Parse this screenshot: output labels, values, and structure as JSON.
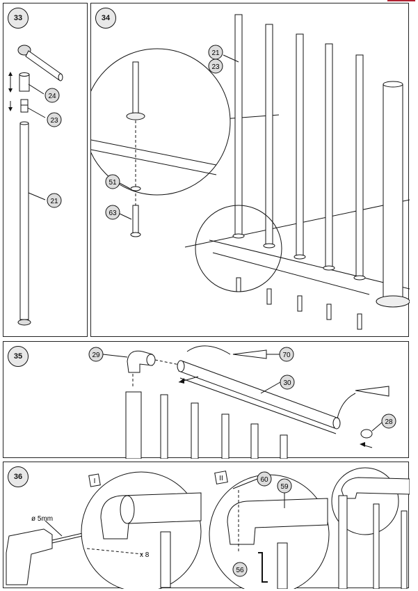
{
  "steps": {
    "s33": {
      "number": "33",
      "callouts": {
        "c24": "24",
        "c23": "23",
        "c21": "21"
      }
    },
    "s34": {
      "number": "34",
      "callouts": {
        "c21": "21",
        "c23": "23",
        "c51": "51",
        "c63": "63"
      }
    },
    "s35": {
      "number": "35",
      "callouts": {
        "c29": "29",
        "c70": "70",
        "c30": "30",
        "c28": "28"
      }
    },
    "s36": {
      "number": "36",
      "roman1": "I",
      "roman2": "II",
      "drill_size": "ø 5mm",
      "repeat": "x 8",
      "callouts": {
        "c60": "60",
        "c59": "59",
        "c56": "56"
      }
    }
  }
}
